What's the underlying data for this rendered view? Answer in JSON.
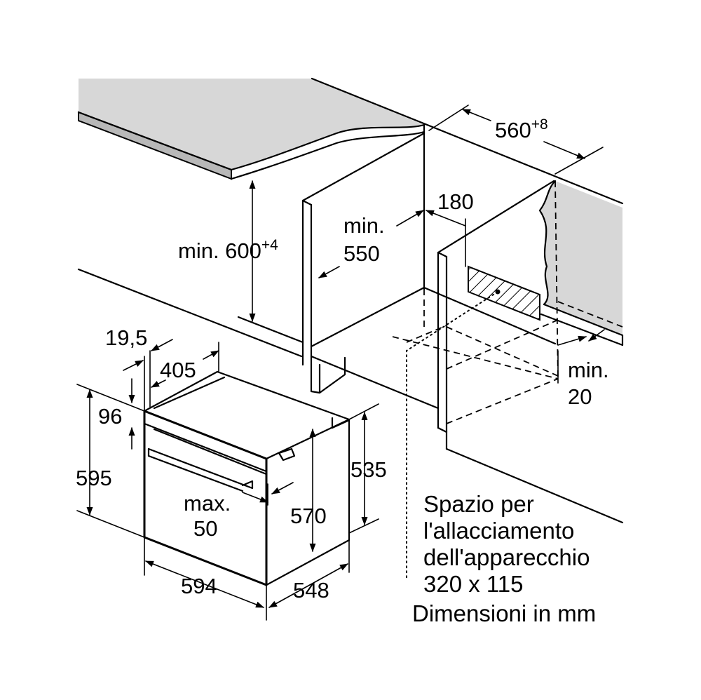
{
  "dims": {
    "niche_width": "560",
    "niche_width_tol": "+8",
    "vent_depth": "180",
    "min_depth_label": "min.",
    "min_depth_value": "550",
    "min_height_label": "min. 600",
    "min_height_tol": "+4",
    "clearance_label": "min.",
    "clearance_value": "20",
    "front_offset": "19,5",
    "side_depth": "405",
    "top_gap": "96",
    "oven_height": "595",
    "oven_width": "594",
    "oven_depth": "548",
    "body_height": "535",
    "inner_height": "570",
    "max_label": "max.",
    "max_value": "50"
  },
  "notes": {
    "line1": "Spazio per",
    "line2": "l'allacciamento",
    "line3": "dell'apparecchio",
    "line4": "320 x 115",
    "units": "Dimensioni in mm"
  },
  "colors": {
    "surface_fill": "#d7d7d7",
    "line": "#000000",
    "background": "#ffffff"
  }
}
